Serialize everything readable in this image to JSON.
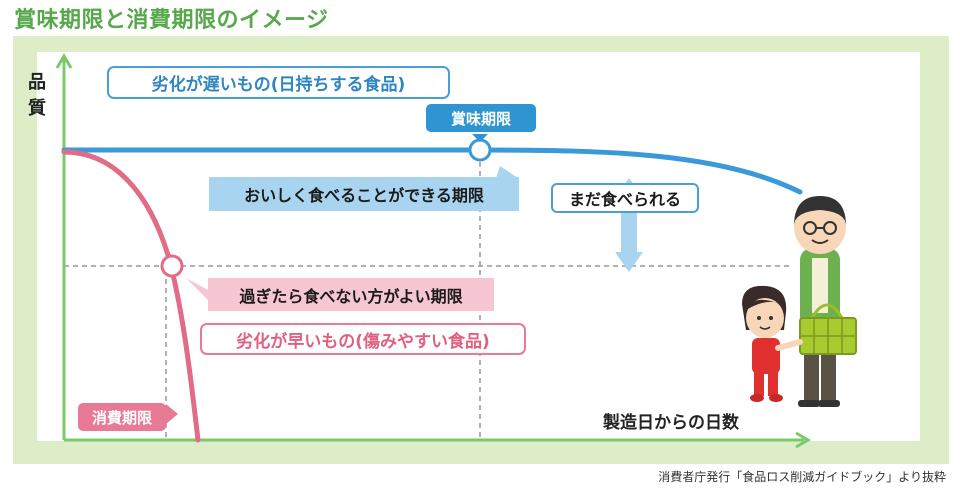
{
  "title": "賞味期限と消費期限のイメージ",
  "y_axis_label": "品質",
  "x_axis_label": "製造日からの日数",
  "labels": {
    "slow_food": "劣化が遅いもの(日持ちする食品)",
    "best_before": "賞味期限",
    "tasty_period": "おいしく食べることができる期限",
    "still_edible": "まだ食べられる",
    "safe_period": "過ぎたら食べない方がよい期限",
    "fast_food": "劣化が早いもの(傷みやすい食品)",
    "use_by": "消費期限"
  },
  "source": "消費者庁発行「食品ロス削減ガイドブック」より抜粋",
  "colors": {
    "title_green": "#56a84a",
    "frame_green": "#dcedc8",
    "axis_green": "#7cc96a",
    "slow_line_blue": "#3a9ad9",
    "fast_line_pink": "#e06c88"
  },
  "icons": [
    "father-illustration",
    "child-illustration",
    "shopping-basket-icon",
    "double-arrow-icon"
  ]
}
